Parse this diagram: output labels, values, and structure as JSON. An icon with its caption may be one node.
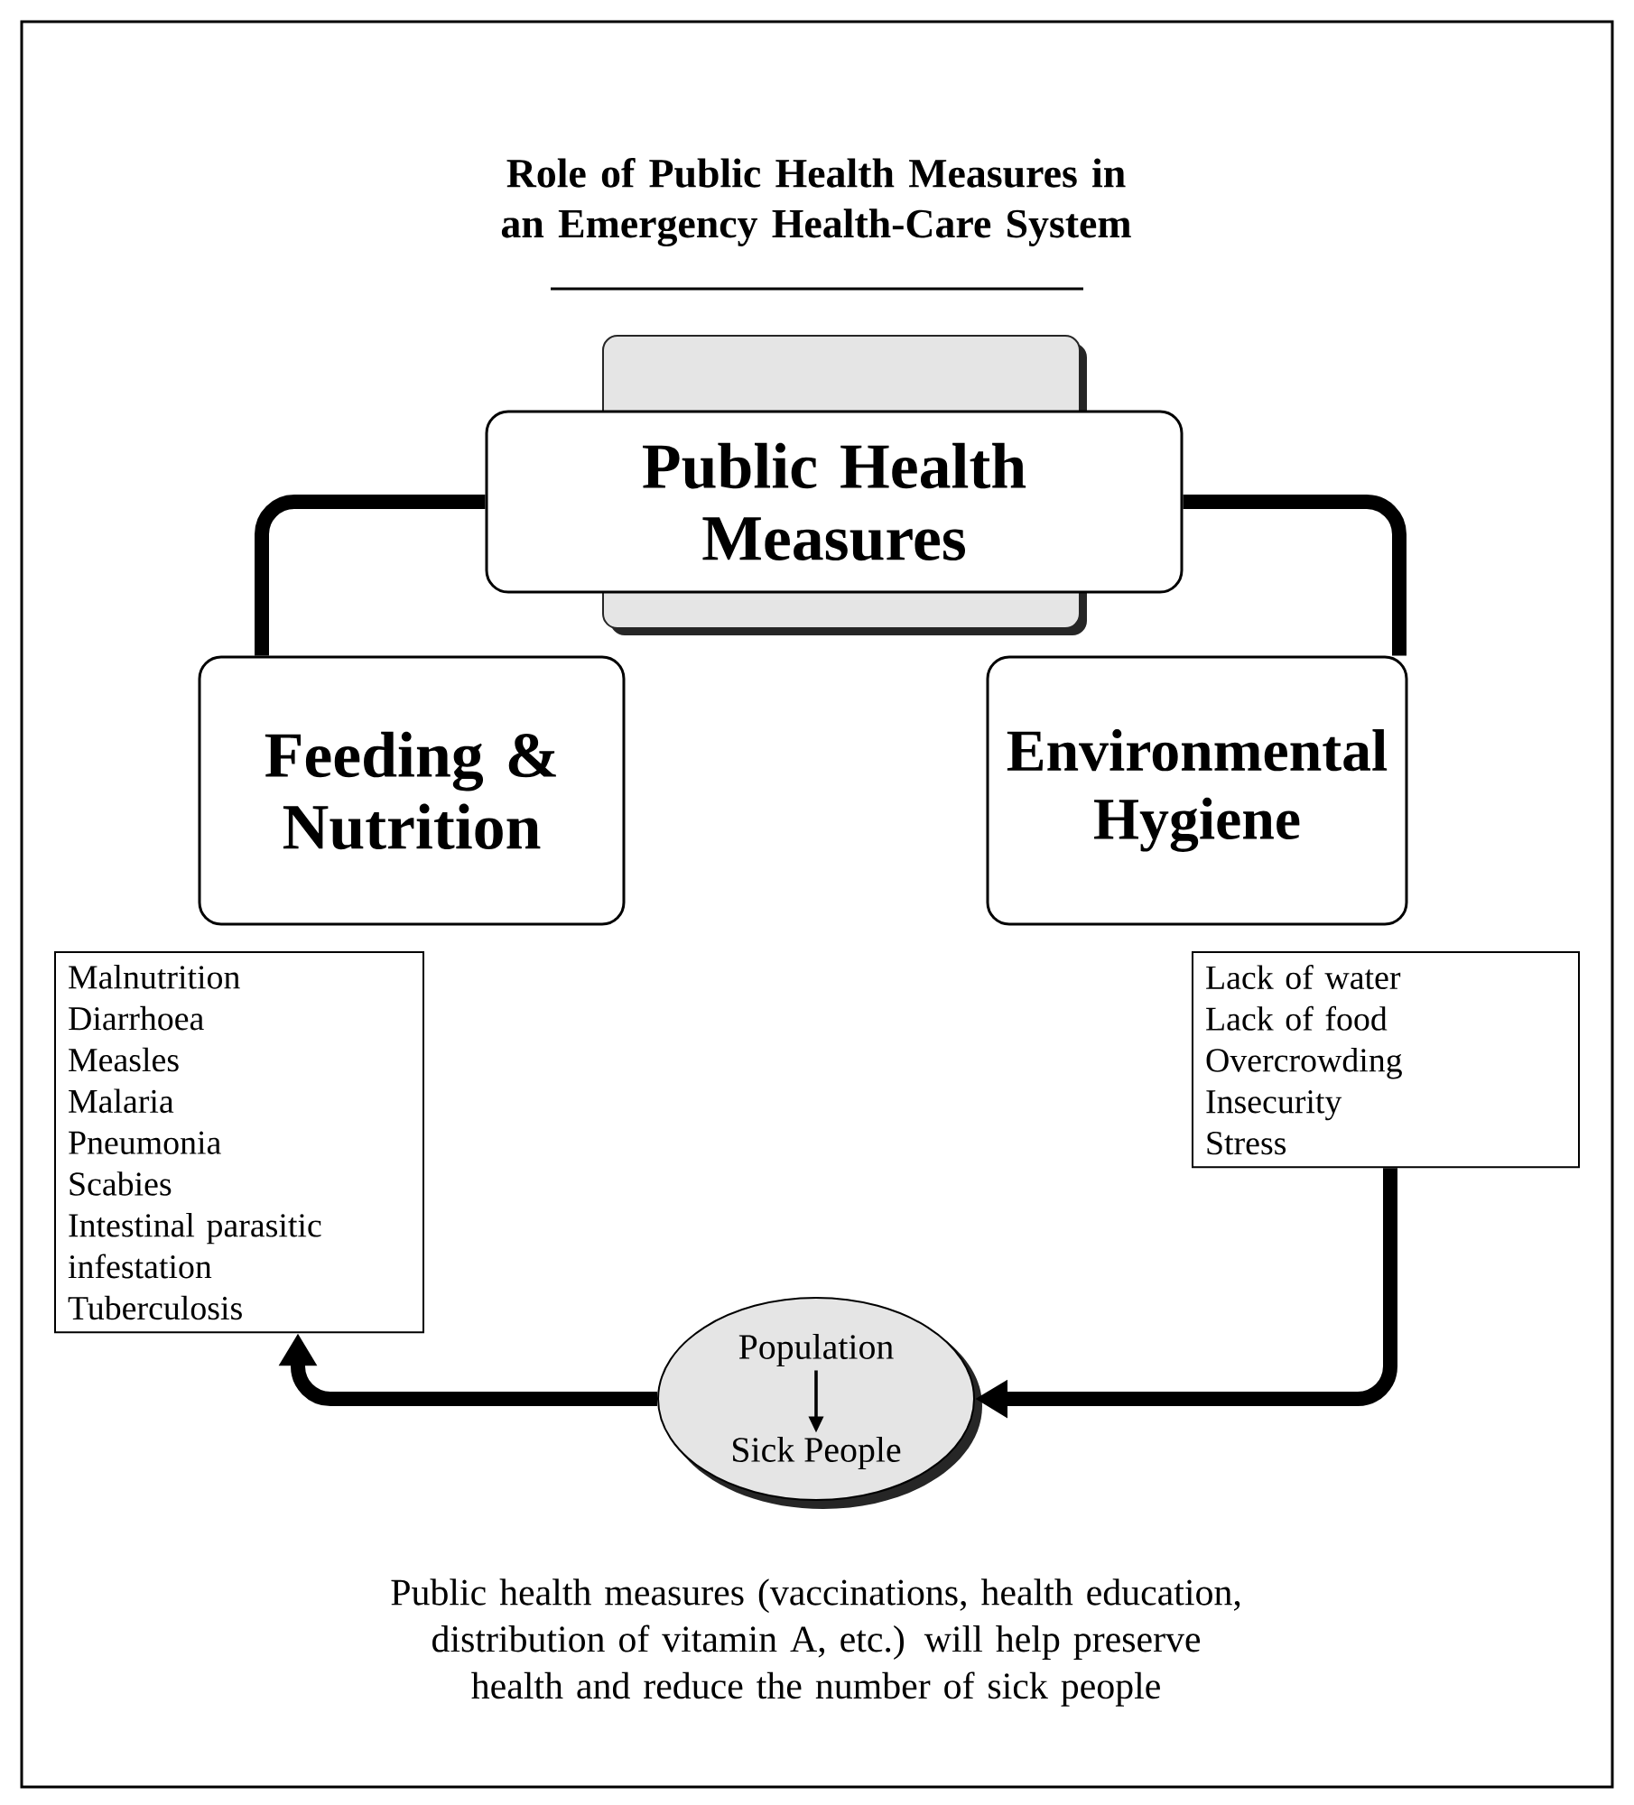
{
  "diagram": {
    "title": "Role of Public Health Measures in an Emergency Health-Care System",
    "nodes": [
      {
        "text": [
          "Public Health Measures"
        ]
      },
      {
        "text": [
          "Feeding & Nutrition"
        ]
      },
      {
        "text": [
          "Environmental Hygiene"
        ]
      },
      {
        "text": [
          "Malnutrition",
          "Diarrhoea",
          "Measles",
          "Malaria",
          "Pneumonia",
          "Scabies",
          "Intestinal parasitic infestation",
          "Tuberculosis"
        ]
      },
      {
        "text": [
          "Lack of water",
          "Lack of food",
          "Overcrowding",
          "Insecurity",
          "Stress"
        ]
      },
      {
        "text": [],
        "shape": "ellipse"
      },
      {
        "text": [
          "Population"
        ],
        "in": 5
      },
      {
        "text": [
          "Sick People"
        ],
        "in": 5
      }
    ],
    "edges": [
      {
        "from": 0,
        "to": 1,
        "arrow": "none"
      },
      {
        "from": 0,
        "to": 2,
        "arrow": "none"
      },
      {
        "from": 4,
        "to": 5,
        "arrow": "to"
      },
      {
        "from": 5,
        "to": 3,
        "arrow": "to"
      },
      {
        "from": 6,
        "to": 7,
        "arrow": "to"
      }
    ],
    "caption": "Public health measures (vaccinations, health education, distribution of vitamin A, etc.) will help preserve health and reduce the number of sick people"
  }
}
